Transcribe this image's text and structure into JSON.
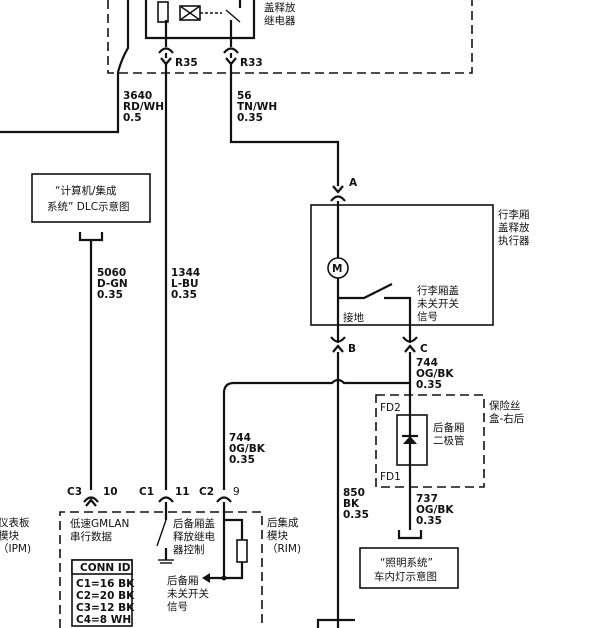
{
  "relay_top": {
    "lines": [
      "盖释放",
      "继电器"
    ],
    "pins": [
      "R35",
      "R33"
    ]
  },
  "wires": {
    "w3640": [
      "3640",
      "RD/WH",
      "0.5"
    ],
    "w56": [
      "56",
      "TN/WH",
      "0.35"
    ],
    "w5060": [
      "5060",
      "D-GN",
      "0.35"
    ],
    "w1344": [
      "1344",
      "L-BU",
      "0.35"
    ],
    "w744a": [
      "744",
      "OG/BK",
      "0.35"
    ],
    "w744b": [
      "744",
      "0G/BK",
      "0.35"
    ],
    "w850": [
      "850",
      "BK",
      "0.35"
    ],
    "w737": [
      "737",
      "OG/BK",
      "0.35"
    ]
  },
  "dlc": {
    "lines": [
      "“计算机/集成",
      "系统” DLC示意图"
    ]
  },
  "actuator": {
    "title": [
      "行李厢",
      "盖释放",
      "执行器"
    ],
    "switch": [
      "行李厢盖",
      "未关开关",
      "信号"
    ],
    "ground": "接地",
    "motor": "M",
    "pins": [
      "A",
      "B",
      "C"
    ]
  },
  "fuse_box": {
    "title": [
      "保险丝",
      "盒-右后"
    ],
    "diode": [
      "后备厢",
      "二极管"
    ],
    "pins": [
      "FD2",
      "FD1"
    ]
  },
  "lighting": {
    "lines": [
      "“照明系统”",
      "车内灯示意图"
    ]
  },
  "ipm": {
    "lines": [
      "仪表板",
      "模块",
      "（IPM)"
    ]
  },
  "rim": {
    "lines": [
      "后集成",
      "模块",
      "（RIM)"
    ]
  },
  "bottom_pins": [
    "C3",
    "10",
    "C1",
    "11",
    "C2",
    "9"
  ],
  "gmlan": [
    "低速GMLAN",
    "串行数据"
  ],
  "relay_ctrl": [
    "后备厢盖",
    "释放继电",
    "器控制"
  ],
  "switch_sig": [
    "后备厢",
    "未关开关",
    "信号"
  ],
  "conn_id": {
    "title": "CONN ID",
    "rows": [
      "C1=16 BK",
      "C2=20 BK",
      "C3=12 BK",
      "C4=8 WH"
    ]
  }
}
